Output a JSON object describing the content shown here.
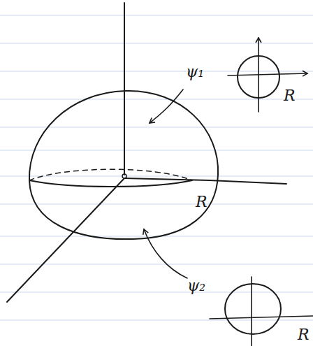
{
  "diagram": {
    "labels": [
      "ψ₁",
      "ψ₂",
      "R",
      "R",
      "R"
    ]
  }
}
